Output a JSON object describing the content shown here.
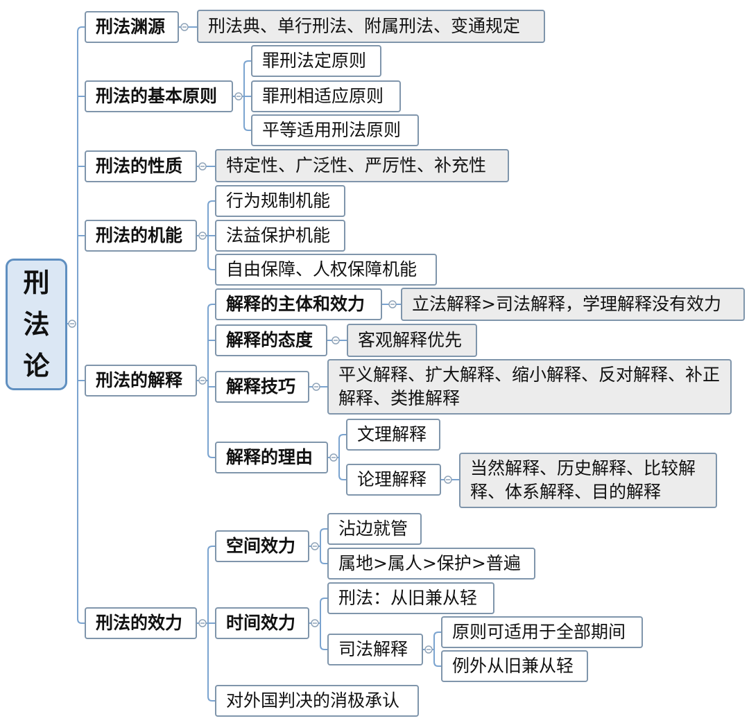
{
  "root": {
    "chars": [
      "刑",
      "法",
      "论"
    ]
  },
  "branches": {
    "origin": {
      "label": "刑法渊源",
      "detail": "刑法典、单行刑法、附属刑法、变通规定"
    },
    "principles": {
      "label": "刑法的基本原则",
      "items": [
        "罪刑法定原则",
        "罪刑相适应原则",
        "平等适用刑法原则"
      ]
    },
    "nature": {
      "label": "刑法的性质",
      "detail": "特定性、广泛性、严厉性、补充性"
    },
    "function": {
      "label": "刑法的机能",
      "items": [
        "行为规制机能",
        "法益保护机能",
        "自由保障、人权保障机能"
      ]
    },
    "interpretation": {
      "label": "刑法的解释",
      "subject": {
        "label": "解释的主体和效力",
        "detail": "立法解释>司法解释，学理解释没有效力"
      },
      "attitude": {
        "label": "解释的态度",
        "detail": "客观解释优先"
      },
      "technique": {
        "label": "解释技巧",
        "detail": "平义解释、扩大解释、缩小解释、反对解释、补正解释、类推解释"
      },
      "reason": {
        "label": "解释的理由",
        "literal": "文理解释",
        "logical": {
          "label": "论理解释",
          "detail": "当然解释、历史解释、比较解释、体系解释、目的解释"
        }
      }
    },
    "effect": {
      "label": "刑法的效力",
      "space": {
        "label": "空间效力",
        "items": [
          "沾边就管",
          "属地>属人>保护>普遍"
        ]
      },
      "time": {
        "label": "时间效力",
        "criminal_law": "刑法：从旧兼从轻",
        "judicial": {
          "label": "司法解释",
          "items": [
            "原则可适用于全部期间",
            "例外从旧兼从轻"
          ]
        }
      },
      "foreign": "对外国判决的消极承认"
    }
  }
}
